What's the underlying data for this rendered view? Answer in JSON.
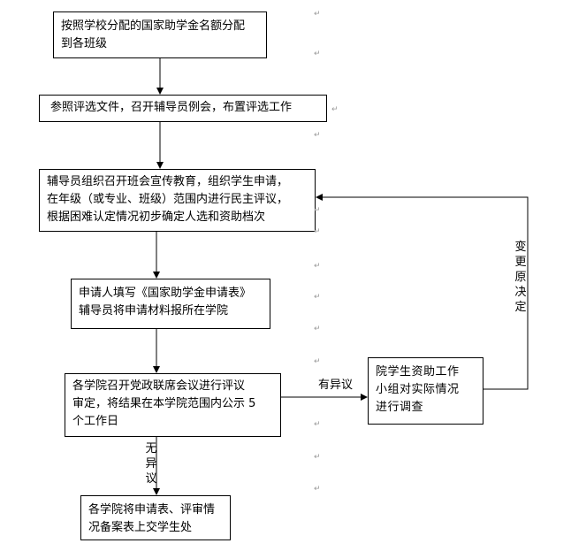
{
  "boxes": {
    "step1": {
      "lines": [
        "按照学校分配的国家助学金名额分配",
        "到各班级"
      ]
    },
    "step2": {
      "lines": [
        "参照评选文件，召开辅导员例会，布置评选工作"
      ]
    },
    "step3": {
      "lines": [
        "辅导员组织召开班会宣传教育，组织学生申请，",
        "在年级（或专业、班级）范围内进行民主评议，",
        "根据困难认定情况初步确定人选和资助档次"
      ]
    },
    "step4": {
      "lines": [
        "申请人填写《国家助学金申请表》",
        "辅导员将申请材料报所在学院"
      ]
    },
    "step5": {
      "lines": [
        "各学院召开党政联席会议进行评议",
        "审定，将结果在本学院范围内公示 5",
        "个工作日"
      ]
    },
    "step6": {
      "lines": [
        "各学院将申请表、评审情",
        "况备案表上交学生处"
      ]
    },
    "side": {
      "lines": [
        "院学生资助工作",
        "小组对实际情况",
        "进行调查"
      ]
    }
  },
  "labels": {
    "objection": "有异议",
    "no_objection": "无异议",
    "change_decision": "变更原决定"
  },
  "marks": [
    "↵",
    "↵",
    "↵",
    "↵",
    "↵",
    "↵",
    "↵",
    "↵",
    "↵",
    "↵",
    "↵",
    "↵",
    "↵"
  ]
}
